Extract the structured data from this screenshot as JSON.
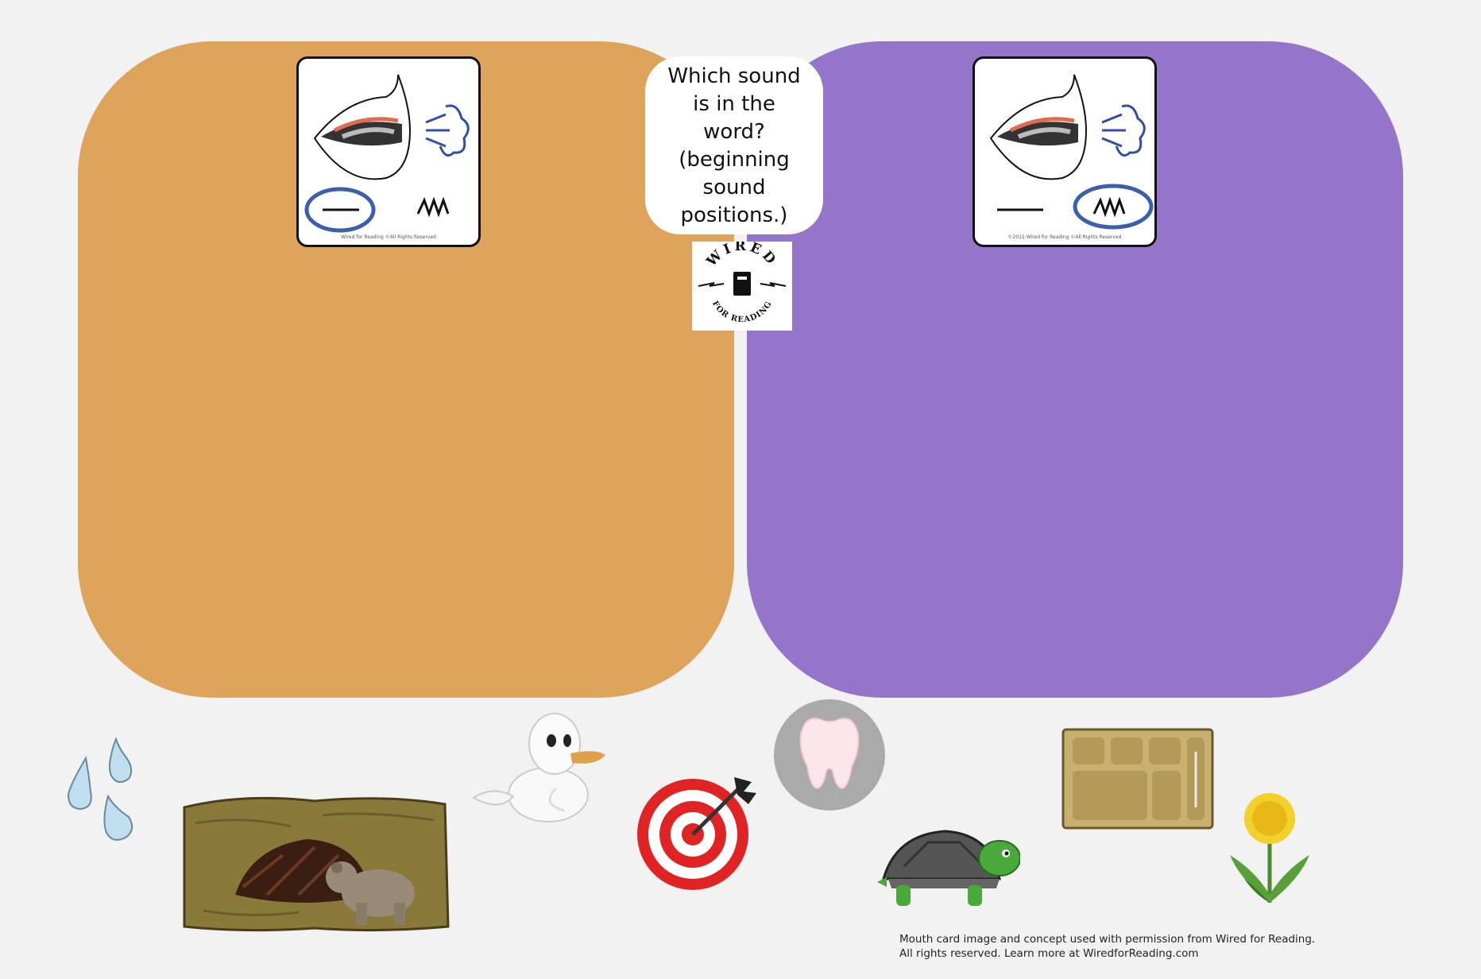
{
  "question": {
    "text": "Which sound\nis in the\nword?\n(beginning\nsound\npositions.)"
  },
  "cards": {
    "left": {
      "circled": "quiet-line-icon",
      "copyright": "Wired for Reading ©All Rights Reserved"
    },
    "right": {
      "circled": "voiced-zigzag-icon",
      "copyright": "©2015 Wired for Reading ©All Rights Reserved"
    }
  },
  "logo": {
    "top_text": "WIRED",
    "bottom_text": "FOR READING"
  },
  "pictures": [
    "drops-icon",
    "bear-den-icon",
    "duck-icon",
    "target-icon",
    "tooth-icon",
    "turtle-icon",
    "lunch-tray-icon",
    "dandelion-icon"
  ],
  "credits": {
    "line1": "Mouth card image and concept used with permission from Wired for Reading.",
    "line2": " All rights reserved. Learn more at WiredforReading.com"
  },
  "colors": {
    "left_zone": "#dfa45c",
    "right_zone": "#9575ca",
    "background": "#f2f2f2",
    "circle": "#3a5fad"
  }
}
